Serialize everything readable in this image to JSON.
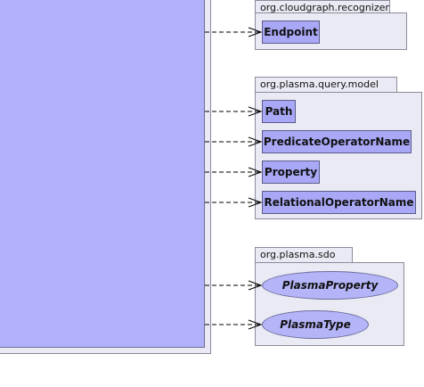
{
  "packages": [
    {
      "name": "org.cloudgraph.recognizer",
      "classes": [
        "Endpoint"
      ]
    },
    {
      "name": "org.plasma.query.model",
      "classes": [
        "Path",
        "PredicateOperatorName",
        "Property",
        "RelationalOperatorName"
      ]
    },
    {
      "name": "org.plasma.sdo",
      "interfaces": [
        "PlasmaProperty",
        "PlasmaType"
      ]
    }
  ],
  "colors": {
    "class_fill": "#a8a8f6",
    "package_fill": "#eaeaf4",
    "main_fill": "#b0b0fb"
  }
}
